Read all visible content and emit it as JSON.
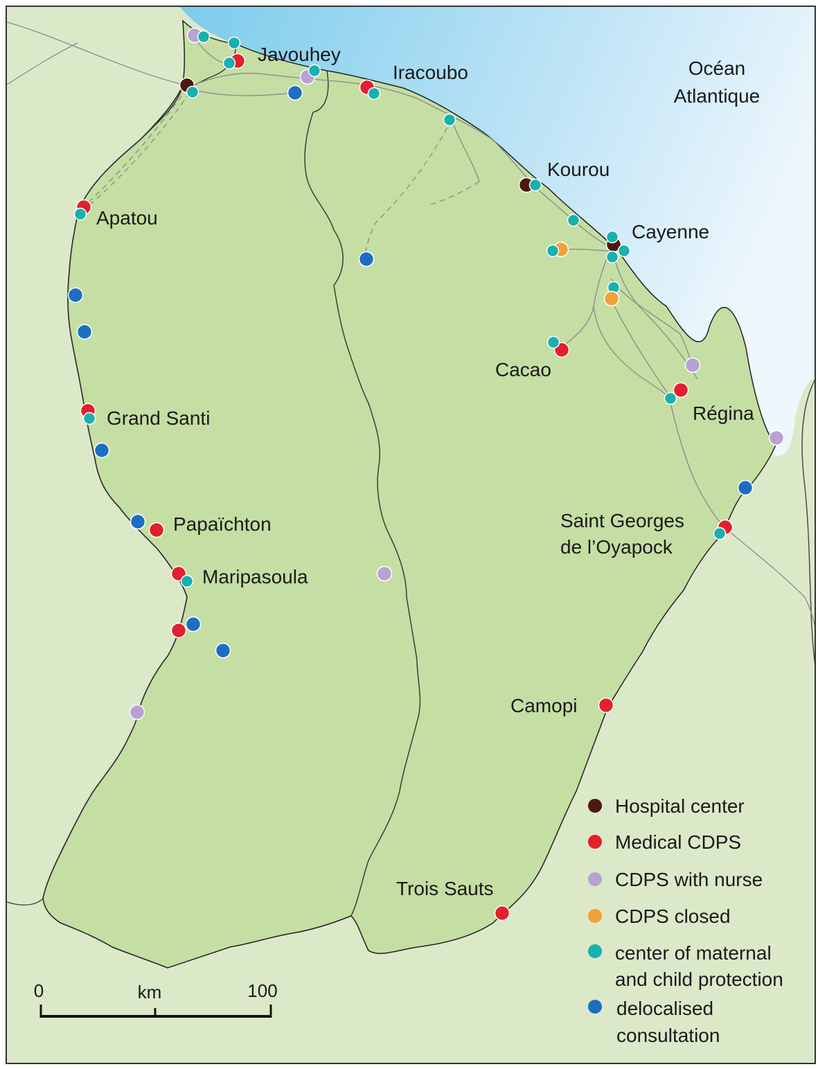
{
  "ocean": {
    "label_line1": "Océan",
    "label_line2": "Atlantique"
  },
  "places": {
    "javouhey": "Javouhey",
    "iracoubo": "Iracoubo",
    "kourou": "Kourou",
    "cayenne": "Cayenne",
    "apatou": "Apatou",
    "cacao": "Cacao",
    "regina": "Régina",
    "grand_santi": "Grand Santi",
    "saint_georges_line1": "Saint Georges",
    "saint_georges_line2": "de l’Oyapock",
    "papaichton": "Papaïchton",
    "maripasoula": "Maripasoula",
    "camopi": "Camopi",
    "trois_sauts": "Trois Sauts"
  },
  "legend": {
    "hospital": "Hospital center",
    "medical": "Medical CDPS",
    "nurse": "CDPS with nurse",
    "closed": "CDPS closed",
    "pmi_line1": "center of maternal",
    "pmi_line2": "and child protection",
    "deloc_line1": "delocalised",
    "deloc_line2": "consultation"
  },
  "scale": {
    "start": "0",
    "unit": "km",
    "end": "100"
  },
  "colors": {
    "land": "#c5dea3",
    "land_neighbor": "#dbe9c9",
    "sea_light": "#e6f3fb",
    "sea_dark": "#6ec6ea",
    "hospital": "#4a1a10",
    "medical": "#e3202d",
    "nurse": "#b7a3d2",
    "closed": "#f0a23a",
    "pmi": "#1ab0b0",
    "deloc": "#1d6ec2"
  }
}
